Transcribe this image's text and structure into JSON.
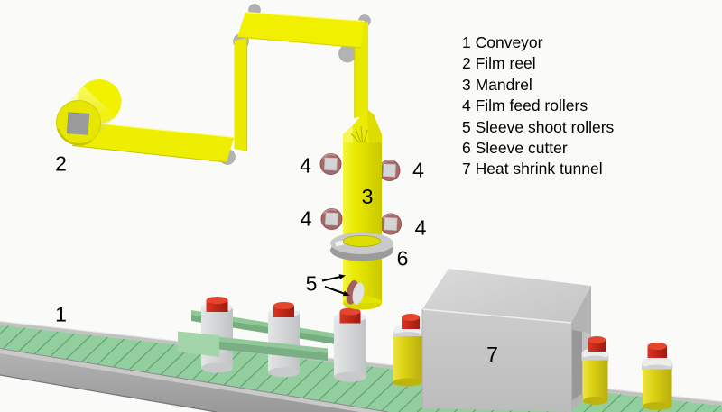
{
  "colors": {
    "background": "#FAFAF8",
    "machine_yellow": "#F0F000",
    "film_yellow": "#ECEC00",
    "belt_green": "#93CE9E",
    "rail_green": "#8FC795",
    "hatch_green": "#60A370",
    "roller_mauve": "#A86868",
    "cap_red": "#C22718",
    "sleeve_yellow": "#DDD312",
    "bottle_white": "#D6D8D9",
    "tunnel_gray": "#C6C6C6",
    "frame_gray": "#A9A9A9",
    "text_black": "#000000"
  },
  "legend": {
    "items": [
      "1 Conveyor",
      "2 Film reel",
      "3 Mandrel",
      "4 Film feed rollers",
      "5 Sleeve shoot rollers",
      "6 Sleeve cutter",
      "7 Heat shrink tunnel"
    ]
  },
  "callouts": {
    "conveyor": "1",
    "film_reel": "2",
    "mandrel": "3",
    "film_feed_rollers": "4",
    "sleeve_shoot_rollers": "5",
    "sleeve_cutter": "6",
    "heat_shrink_tunnel": "7"
  }
}
